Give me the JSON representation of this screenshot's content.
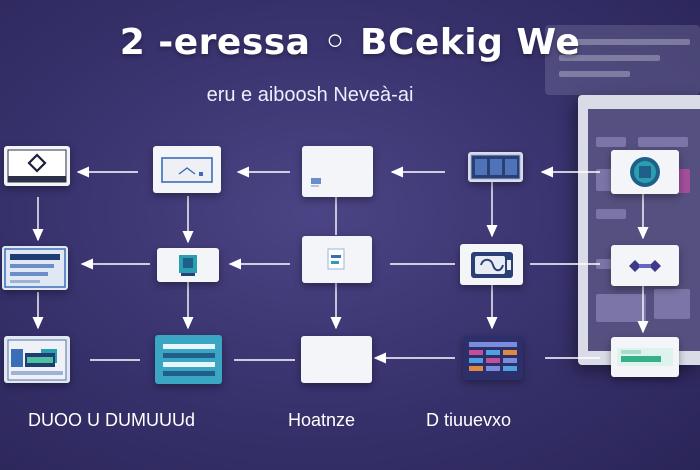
{
  "header": {
    "title": "2 -eressa ◦ BCekig We",
    "subtitle": "eru e aiboosh Neveà-ai"
  },
  "captions": [
    {
      "text": "DUOO U DUMUUUd"
    },
    {
      "text": "Hoatnze"
    },
    {
      "text": "D tiuuevxo"
    }
  ],
  "icons": {
    "n1": "diamond-icon",
    "n2": "window-chart-icon",
    "n3": "document-icon",
    "n4": "film-strip-icon",
    "n5": "target-icon",
    "n6": "list-panel-icon",
    "n7": "cube-icon",
    "n8": "small-doc-icon",
    "n9": "chip-icon",
    "n10": "gem-icon",
    "n11": "dashboard-icon",
    "n12": "server-rack-icon",
    "n13": "blank-card-icon",
    "n14": "grid-table-icon",
    "n15": "banner-icon"
  },
  "colors": {
    "accent_blue": "#3a6fb8",
    "accent_teal": "#2a9fb0",
    "accent_purple": "#5b4fa8",
    "accent_pink": "#c0509a"
  }
}
